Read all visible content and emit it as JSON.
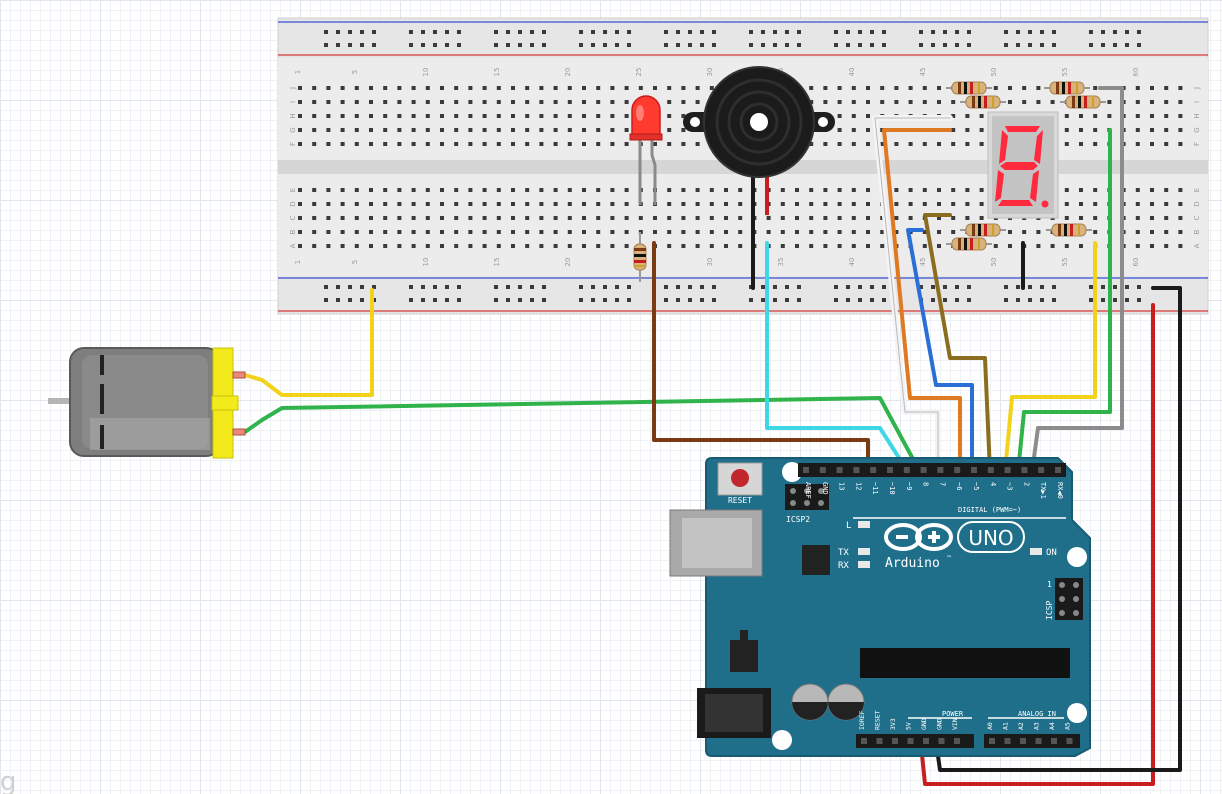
{
  "breadboard": {
    "column_numbers": [
      "1",
      "5",
      "10",
      "15",
      "20",
      "25",
      "30",
      "35",
      "40",
      "45",
      "50",
      "55",
      "60"
    ],
    "row_letters_top": [
      "J",
      "I",
      "H",
      "G",
      "F"
    ],
    "row_letters_bottom": [
      "E",
      "D",
      "C",
      "B",
      "A"
    ]
  },
  "arduino": {
    "reset_label": "RESET",
    "icsp2_label": "ICSP2",
    "icsp_label": "ICSP",
    "digital_label": "DIGITAL (PWM=~)",
    "brand_uno": "UNO",
    "brand_arduino": "Arduino",
    "tm": "™",
    "led_l": "L",
    "led_tx": "TX",
    "led_rx": "RX",
    "led_on": "ON",
    "icsp_pin1": "1",
    "power_label": "POWER",
    "analog_label": "ANALOG IN",
    "digital_pins": [
      "AREF",
      "GND",
      "13",
      "12",
      "~11",
      "~10",
      "~9",
      "8",
      "7",
      "~6",
      "~5",
      "4",
      "~3",
      "2",
      "TX▶1",
      "RX◀0"
    ],
    "power_pins": [
      "IOREF",
      "RESET",
      "3V3",
      "5V",
      "GND",
      "GND",
      "VIN"
    ],
    "analog_pins": [
      "A0",
      "A1",
      "A2",
      "A3",
      "A4",
      "A5"
    ]
  },
  "corner_mark": "g",
  "colors": {
    "board_teal": "#1f6f8b",
    "wire_red": "#c81e1e",
    "wire_black": "#1a1a1a",
    "wire_yellow": "#f2d21b",
    "wire_green": "#2fb34a",
    "wire_cyan": "#3fd6e6",
    "wire_brown": "#7a3b12",
    "wire_orange": "#e07a22",
    "wire_blue": "#2a6fd6",
    "wire_olive": "#8a6d1e",
    "wire_white": "#f4f4f4",
    "wire_gray": "#8c8c8c",
    "led_red": "#ff3b30",
    "segment_red": "#ff2a3d"
  }
}
